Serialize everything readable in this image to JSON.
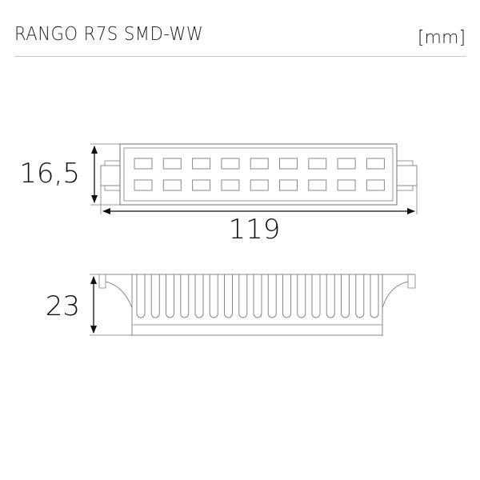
{
  "header": {
    "title": "RANGO R7S SMD-WW",
    "unit": "[mm]"
  },
  "top_view": {
    "height_label": "16,5",
    "length_label": "119",
    "led_rows": 2,
    "led_columns": 9
  },
  "side_view": {
    "height_label": "23",
    "fin_count": 17
  },
  "colors": {
    "outline": "#8a8a8a",
    "dimension_line": "#111111",
    "text": "#222222",
    "rule": "#c8c8c8"
  }
}
